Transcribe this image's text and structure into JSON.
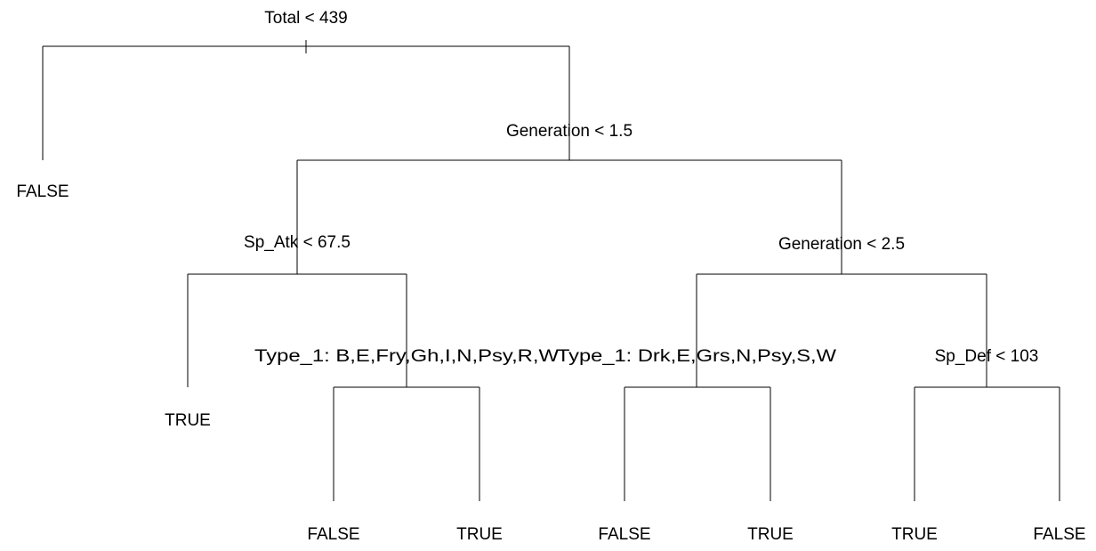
{
  "tree": {
    "splits": {
      "root": "Total < 439",
      "generation_1": "Generation < 1.5",
      "sp_atk": "Sp_Atk < 67.5",
      "generation_2": "Generation < 2.5",
      "type1_left": "Type_1: B,E,Fry,Gh,I,N,Psy,R,W",
      "type1_right": "Type_1: Drk,E,Grs,N,Psy,S,W",
      "sp_def": "Sp_Def < 103"
    },
    "leaves": {
      "leaf_1": "FALSE",
      "leaf_2": "TRUE",
      "leaf_3": "FALSE",
      "leaf_4": "TRUE",
      "leaf_5": "FALSE",
      "leaf_6": "TRUE",
      "leaf_7": "TRUE",
      "leaf_8": "FALSE"
    }
  }
}
